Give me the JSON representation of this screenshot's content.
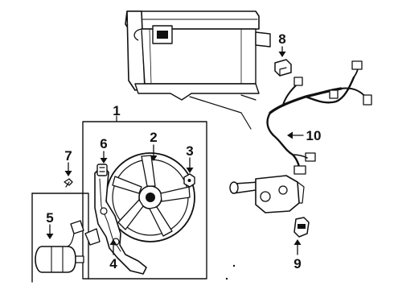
{
  "callouts": [
    {
      "number": "1"
    },
    {
      "number": "2"
    },
    {
      "number": "3"
    },
    {
      "number": "4"
    },
    {
      "number": "5"
    },
    {
      "number": "6"
    },
    {
      "number": "7"
    },
    {
      "number": "8"
    },
    {
      "number": "9"
    },
    {
      "number": "10"
    }
  ],
  "colors": {
    "ink": "#111111",
    "background": "#ffffff"
  }
}
